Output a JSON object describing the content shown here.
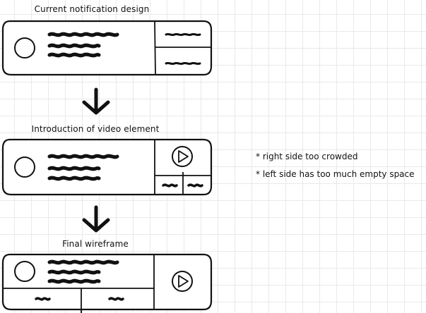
{
  "steps": [
    {
      "title": "Current notification design"
    },
    {
      "title": "Introduction of video element"
    },
    {
      "title": "Final wireframe"
    }
  ],
  "notes": [
    "* right side too crowded",
    "* left side has too much empty space"
  ],
  "icons": {
    "arrow": "arrow-down-icon",
    "avatar": "avatar-circle-icon",
    "play": "play-button-icon"
  },
  "colors": {
    "ink": "#111111",
    "grid": "#e9e9e9",
    "background": "#ffffff"
  }
}
